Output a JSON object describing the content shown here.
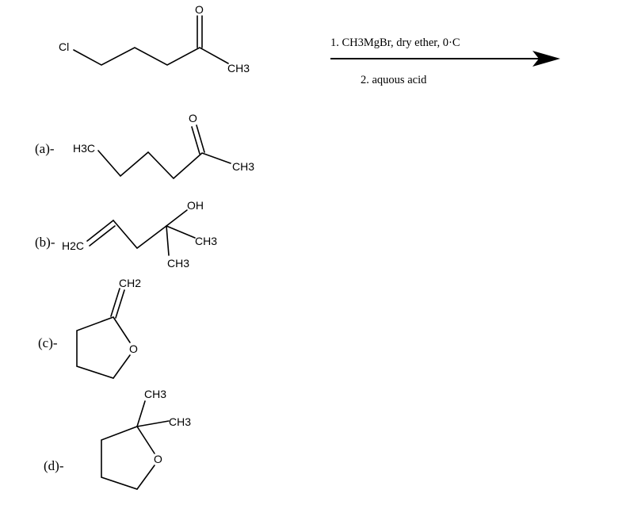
{
  "reactant": {
    "cl": "Cl",
    "o": "O",
    "ch3": "CH3"
  },
  "reaction": {
    "step1": "1. CH3MgBr, dry ether, 0·C",
    "step2": "2. aquous acid"
  },
  "options": [
    {
      "label": "(a)-",
      "atoms": {
        "h3c": "H3C",
        "o": "O",
        "ch3": "CH3"
      }
    },
    {
      "label": "(b)-",
      "atoms": {
        "h2c": "H2C",
        "oh": "OH",
        "ch3_right": "CH3",
        "ch3_down": "CH3"
      }
    },
    {
      "label": "(c)-",
      "atoms": {
        "ch2": "CH2",
        "o": "O"
      }
    },
    {
      "label": "(d)-",
      "atoms": {
        "ch3_top": "CH3",
        "ch3_right": "CH3",
        "o": "O"
      }
    }
  ]
}
